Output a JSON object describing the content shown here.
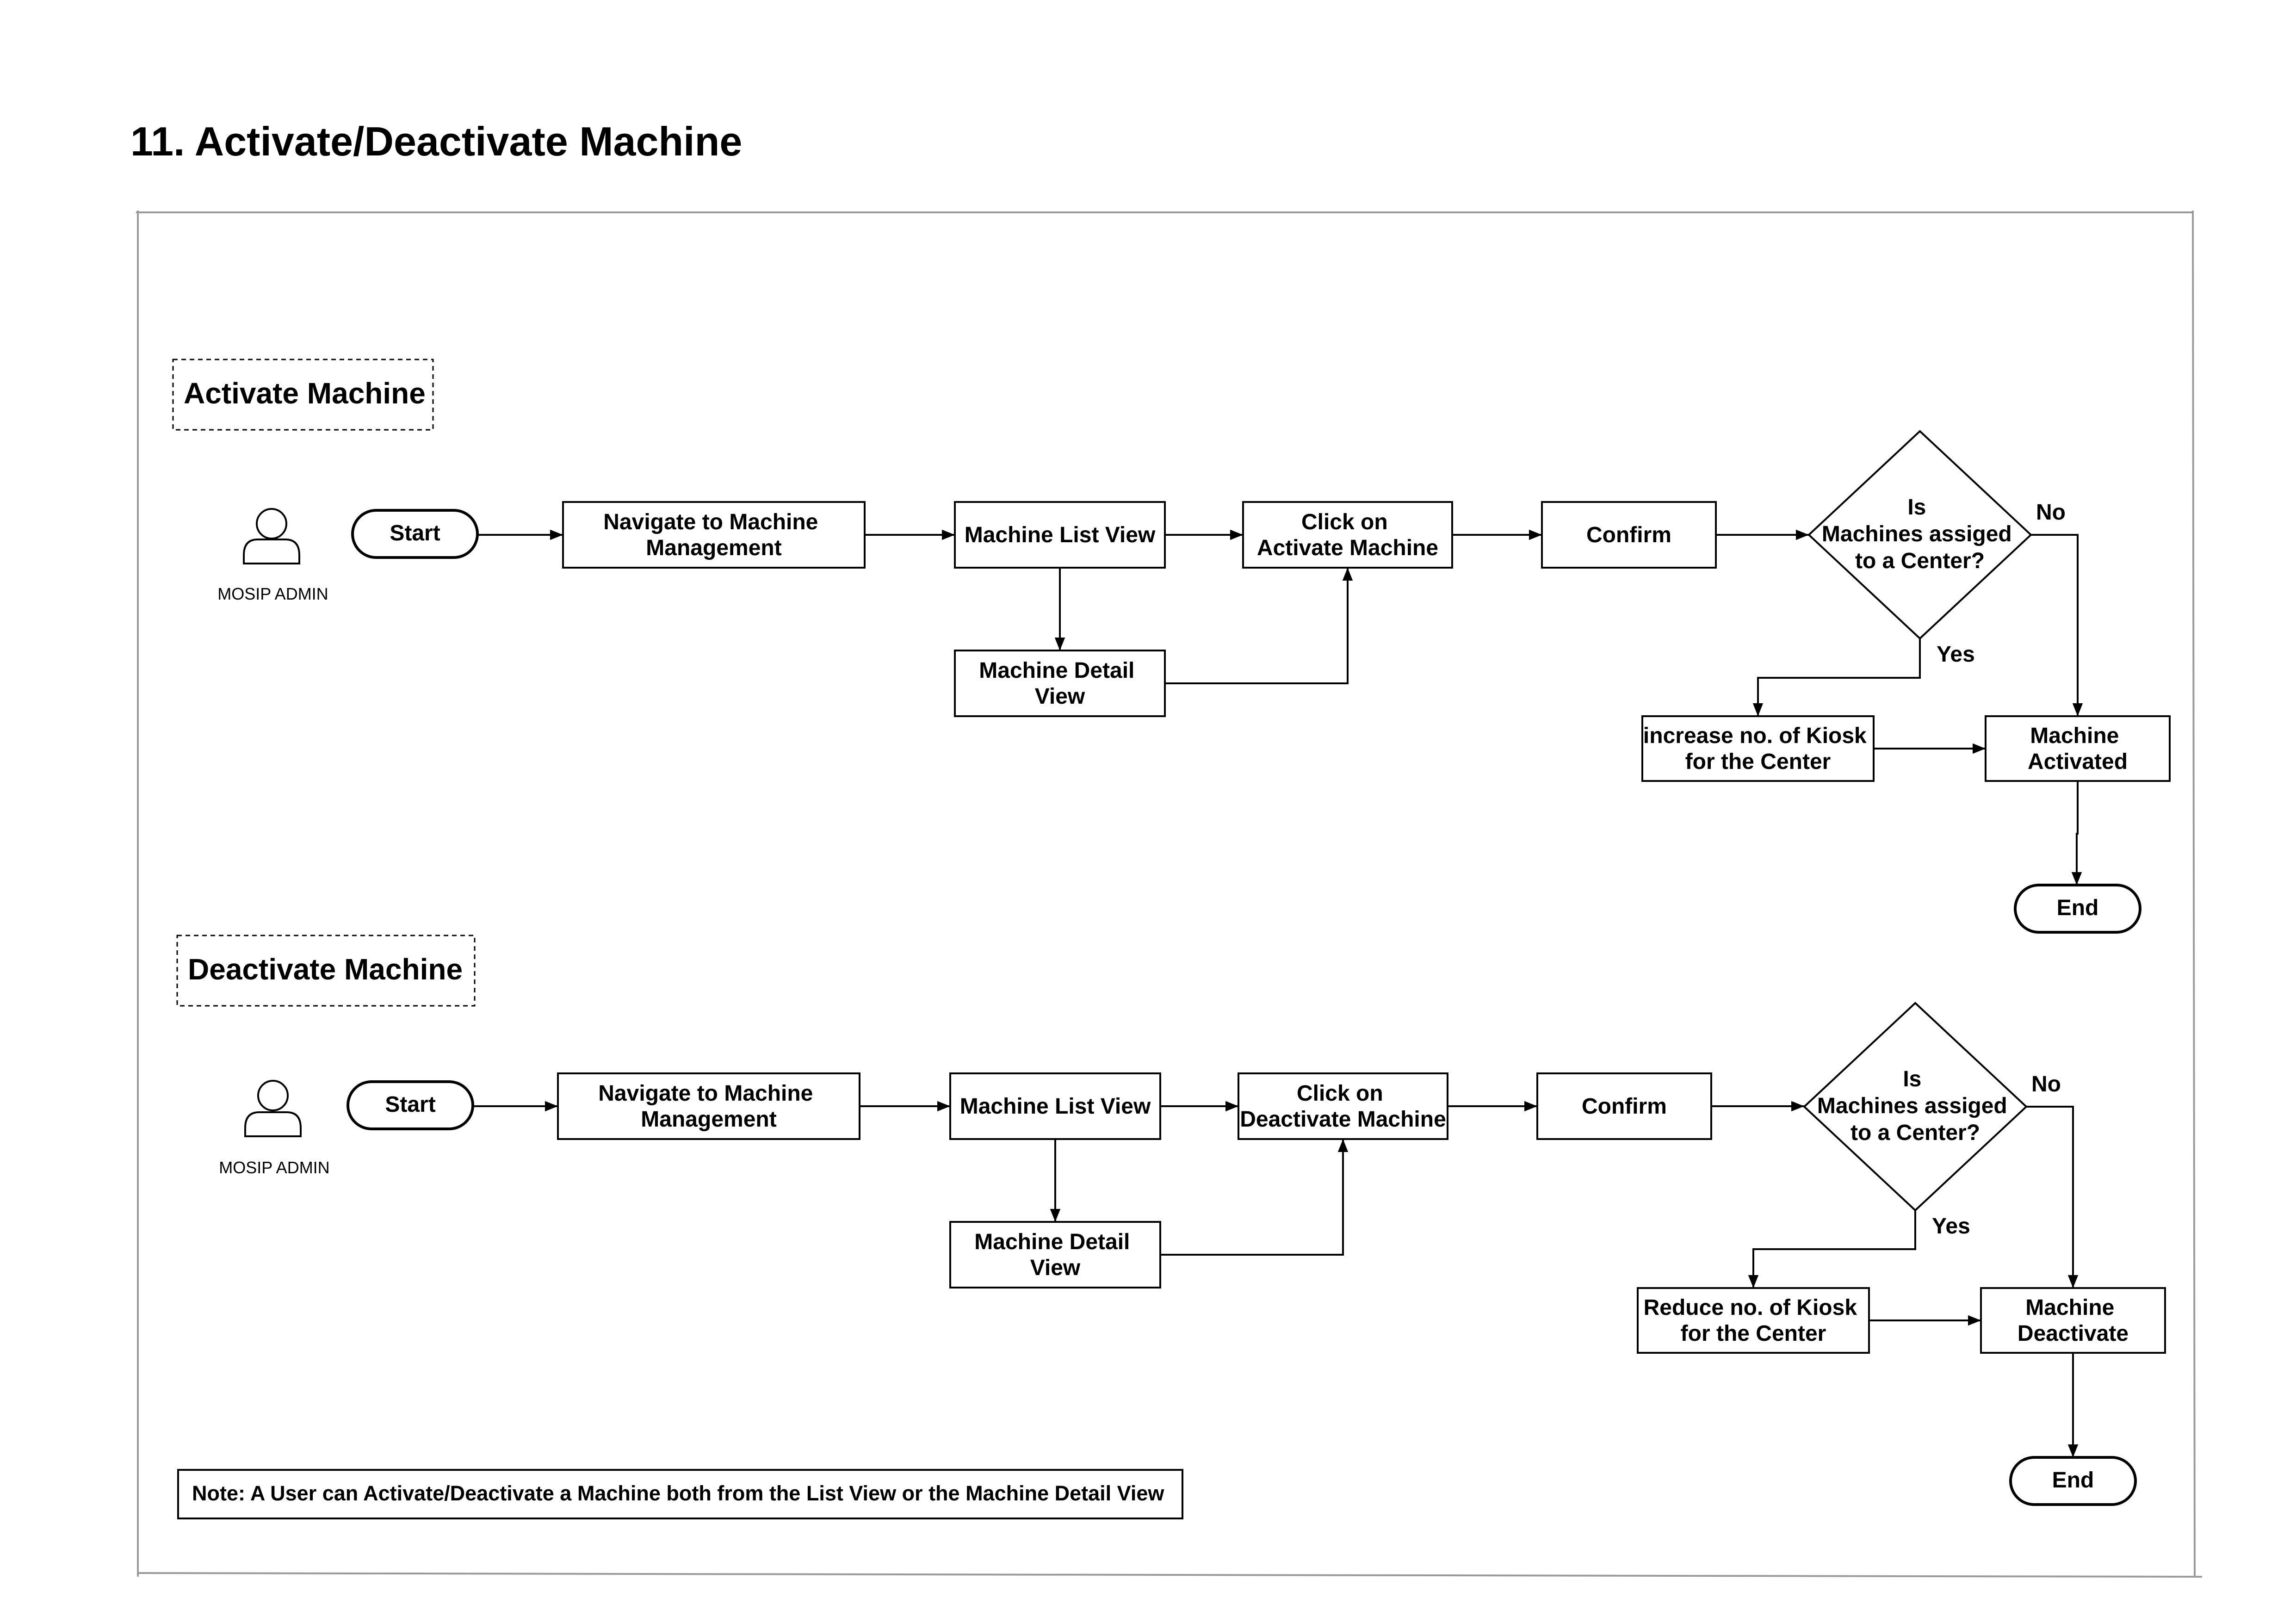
{
  "page_title": "11. Activate/Deactivate Machine",
  "colors": {
    "line": "#000000",
    "frame": "#9a9a9a",
    "background": "#ffffff"
  },
  "activate": {
    "section_label": "Activate Machine",
    "actor_label": "MOSIP ADMIN",
    "start": "Start",
    "navigate": [
      "Navigate to Machine",
      "Management"
    ],
    "list_view": "Machine List View",
    "detail_view": [
      "Machine Detail",
      "View"
    ],
    "click_action": [
      "Click on",
      "Activate Machine"
    ],
    "confirm": "Confirm",
    "decision": [
      "Is",
      "Machines assiged",
      "to a Center?"
    ],
    "no_label": "No",
    "yes_label": "Yes",
    "kiosk_action": [
      "increase no. of Kiosk",
      "for the Center"
    ],
    "result": [
      "Machine",
      "Activated"
    ],
    "end": "End"
  },
  "deactivate": {
    "section_label": "Deactivate Machine",
    "actor_label": "MOSIP ADMIN",
    "start": "Start",
    "navigate": [
      "Navigate to Machine",
      "Management"
    ],
    "list_view": "Machine List View",
    "detail_view": [
      "Machine Detail",
      "View"
    ],
    "click_action": [
      "Click on",
      "Deactivate Machine"
    ],
    "confirm": "Confirm",
    "decision": [
      "Is",
      "Machines assiged",
      "to a Center?"
    ],
    "no_label": "No",
    "yes_label": "Yes",
    "kiosk_action": [
      "Reduce no. of Kiosk",
      "for the Center"
    ],
    "result": [
      "Machine",
      "Deactivate"
    ],
    "end": "End"
  },
  "note": "Note: A User can Activate/Deactivate a Machine both from the List View or the Machine Detail View"
}
